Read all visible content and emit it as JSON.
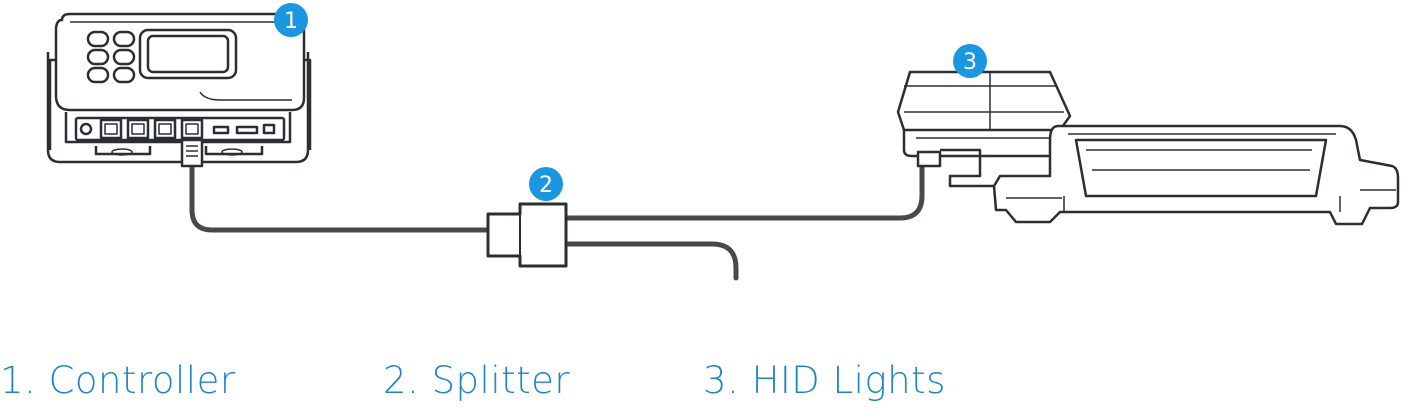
{
  "badges": {
    "controller": "1",
    "splitter": "2",
    "hid_lights": "3"
  },
  "captions": {
    "controller": "1. Controller",
    "splitter": "2. Splitter",
    "hid_lights": "3. HID Lights"
  },
  "colors": {
    "accent": "#1f86c4",
    "badge_fill": "#1a97e0",
    "stroke": "#2b2f33",
    "cable": "#454a4f"
  }
}
